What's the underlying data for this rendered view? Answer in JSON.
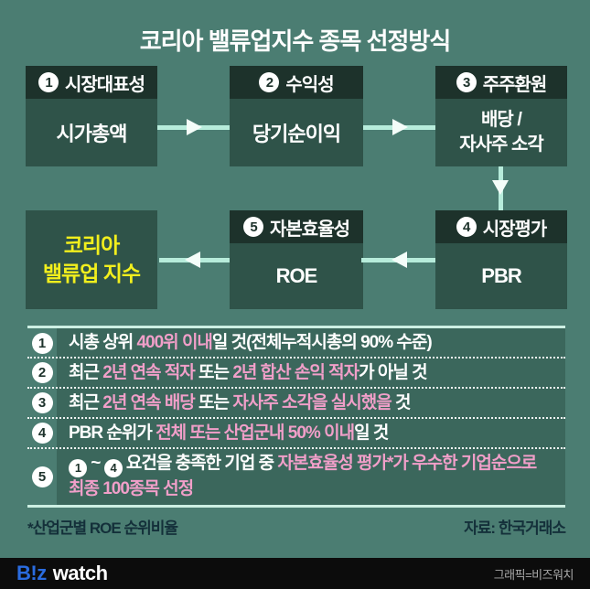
{
  "title": "코리아 밸류업지수 종목 선정방식",
  "flow": {
    "boxes": [
      {
        "num": "1",
        "header": "시장대표성",
        "body_lines": [
          "시가총액"
        ]
      },
      {
        "num": "2",
        "header": "수익성",
        "body_lines": [
          "당기순이익"
        ]
      },
      {
        "num": "3",
        "header": "주주환원",
        "body_lines": [
          "배당 /",
          "자사주 소각"
        ]
      },
      {
        "num": "4",
        "header": "시장평가",
        "body_lines": [
          "PBR"
        ]
      },
      {
        "num": "5",
        "header": "자본효율성",
        "body_lines": [
          "ROE"
        ]
      }
    ],
    "result_box": {
      "lines": [
        "코리아",
        "밸류업 지수"
      ]
    }
  },
  "rules": {
    "items": [
      {
        "num": "1",
        "lines": [
          [
            {
              "t": "시총 상위 "
            },
            {
              "t": "400위 이내",
              "hl": true
            },
            {
              "t": "일 것(전체누적시총의 90% 수준)"
            }
          ]
        ]
      },
      {
        "num": "2",
        "lines": [
          [
            {
              "t": "최근 "
            },
            {
              "t": "2년 연속 적자",
              "hl": true
            },
            {
              "t": " 또는 "
            },
            {
              "t": "2년 합산 손익 적자",
              "hl": true
            },
            {
              "t": "가 아닐 것"
            }
          ]
        ]
      },
      {
        "num": "3",
        "lines": [
          [
            {
              "t": "최근 "
            },
            {
              "t": "2년 연속 배당",
              "hl": true
            },
            {
              "t": " 또는 "
            },
            {
              "t": "자사주 소각을 실시했을",
              "hl": true
            },
            {
              "t": " 것"
            }
          ]
        ]
      },
      {
        "num": "4",
        "lines": [
          [
            {
              "t": "PBR 순위가 "
            },
            {
              "t": "전체 또는 산업군내 50% 이내",
              "hl": true
            },
            {
              "t": "일 것"
            }
          ]
        ]
      },
      {
        "num": "5",
        "lines": [
          [
            {
              "t": "1",
              "c": true
            },
            {
              "t": " ~ "
            },
            {
              "t": "4",
              "c": true
            },
            {
              "t": " 요건을 충족한 기업 중 "
            },
            {
              "t": "자본효율성 평가*가 우수한 기업순으로",
              "hl": true
            }
          ],
          [
            {
              "t": "최종 100종목 선정",
              "hl": true
            }
          ]
        ]
      }
    ]
  },
  "footer": {
    "footnote": "*산업군별 ROE 순위비율",
    "source": "자료: 한국거래소"
  },
  "bottom_bar": {
    "logo_b": "B!z",
    "logo_watch": "watch",
    "credit": "그래픽=비즈워치"
  },
  "colors": {
    "background": "#4b7d72",
    "box_header": "#1d322b",
    "box_body": "#2f5349",
    "rules_band": "#3b675c",
    "arrow_line": "#b7ecdb",
    "arrow_head": "#f4fdf9",
    "highlight_pink": "#f19fc9",
    "result_yellow": "#f2ef1d",
    "section_line": "#cdefe3",
    "logo_blue": "#2a6ce0",
    "bottom_bar": "#0c0c0c"
  }
}
